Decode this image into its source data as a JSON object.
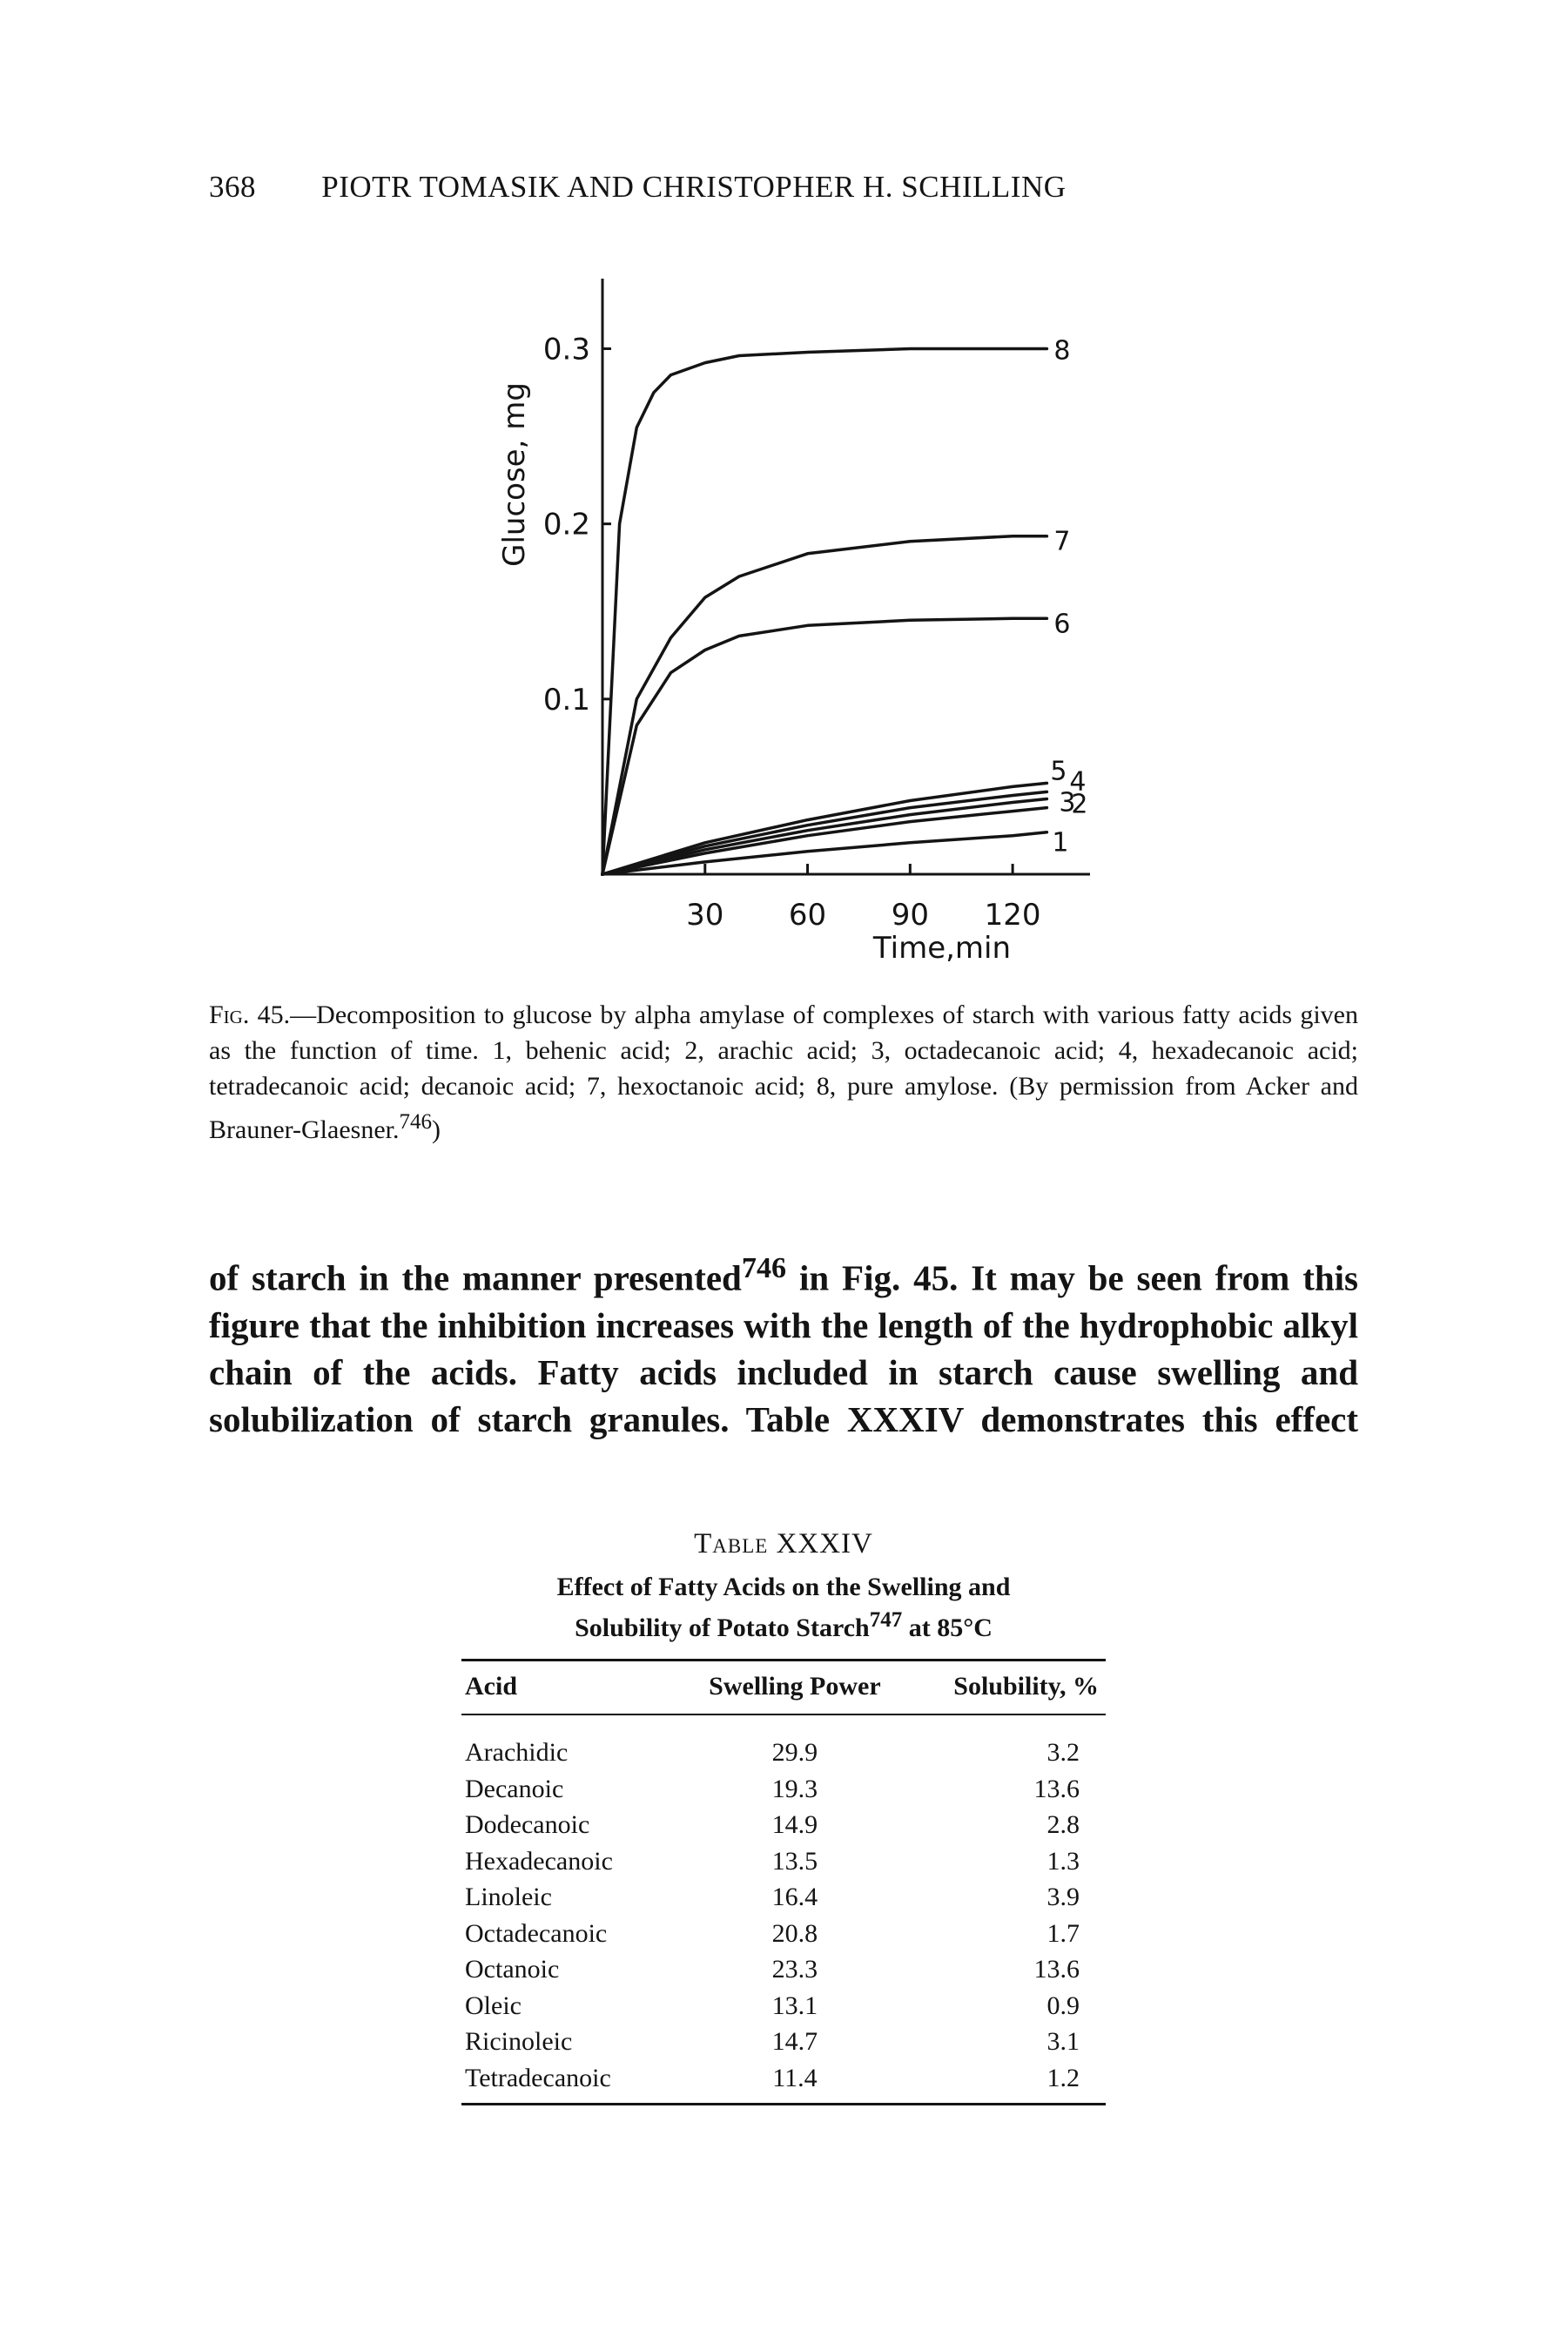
{
  "header": {
    "page_number": "368",
    "authors": "PIOTR TOMASIK AND CHRISTOPHER H. SCHILLING"
  },
  "figure": {
    "caption": {
      "label": "Fig. 45.",
      "text": "—Decomposition to glucose by alpha amylase of complexes of starch with various fatty acids given as the function of time. 1, behenic acid; 2, arachic acid; 3, octadecanoic acid; 4, hexadecanoic acid; tetradecanoic acid; decanoic acid; 7, hexoctanoic acid; 8, pure amylose. (By permission from Acker and Brauner-Glaesner.",
      "ref": "746",
      "close": ")"
    }
  },
  "chart_data": {
    "type": "line",
    "xlabel": "Time,min",
    "ylabel": "Glucose, mg",
    "xlim": [
      0,
      135
    ],
    "ylim": [
      0,
      0.34
    ],
    "x_ticks": [
      30,
      60,
      90,
      120
    ],
    "x_tick_labels": [
      "30",
      "60",
      "90",
      "120"
    ],
    "y_ticks": [
      0.1,
      0.2,
      0.3
    ],
    "y_tick_labels": [
      "0.1",
      "0.2",
      "0.3"
    ],
    "grid": false,
    "legend": "none",
    "series": [
      {
        "label": "8",
        "x": [
          0,
          5,
          10,
          15,
          20,
          30,
          40,
          60,
          90,
          120,
          130
        ],
        "y": [
          0,
          0.2,
          0.255,
          0.275,
          0.285,
          0.292,
          0.296,
          0.298,
          0.3,
          0.3,
          0.3
        ]
      },
      {
        "label": "7",
        "x": [
          0,
          10,
          20,
          30,
          40,
          60,
          90,
          120,
          130
        ],
        "y": [
          0,
          0.1,
          0.135,
          0.158,
          0.17,
          0.183,
          0.19,
          0.193,
          0.193
        ]
      },
      {
        "label": "6",
        "x": [
          0,
          10,
          20,
          30,
          40,
          60,
          90,
          120,
          130
        ],
        "y": [
          0,
          0.085,
          0.115,
          0.128,
          0.136,
          0.142,
          0.145,
          0.146,
          0.146
        ]
      },
      {
        "label": "5",
        "x": [
          0,
          30,
          60,
          90,
          120,
          130
        ],
        "y": [
          0,
          0.018,
          0.031,
          0.042,
          0.05,
          0.052
        ]
      },
      {
        "label": "4",
        "x": [
          0,
          30,
          60,
          90,
          120,
          130
        ],
        "y": [
          0,
          0.016,
          0.028,
          0.038,
          0.045,
          0.047
        ]
      },
      {
        "label": "3",
        "x": [
          0,
          30,
          60,
          90,
          120,
          130
        ],
        "y": [
          0,
          0.014,
          0.025,
          0.034,
          0.041,
          0.043
        ]
      },
      {
        "label": "2",
        "x": [
          0,
          30,
          60,
          90,
          120,
          130
        ],
        "y": [
          0,
          0.012,
          0.022,
          0.03,
          0.036,
          0.038
        ]
      },
      {
        "label": "1",
        "x": [
          0,
          30,
          60,
          90,
          120,
          130
        ],
        "y": [
          0,
          0.007,
          0.013,
          0.018,
          0.022,
          0.024
        ]
      }
    ]
  },
  "body": {
    "paragraph_pre": "of starch in the manner presented",
    "paragraph_ref": "746",
    "paragraph_post": " in Fig. 45. It may be seen from this figure that the inhibition increases with the length of the hydrophobic alkyl chain of the acids. Fatty acids included in starch cause swelling and solubilization of starch granules. Table XXXIV demonstrates this effect"
  },
  "table": {
    "label": "Table XXXIV",
    "title_line1": "Effect of Fatty Acids on the Swelling and",
    "title_line2_pre": "Solubility of Potato Starch",
    "title_ref": "747",
    "title_line2_post": " at 85°C",
    "columns": [
      "Acid",
      "Swelling Power",
      "Solubility, %"
    ],
    "rows": [
      [
        "Arachidic",
        "29.9",
        "3.2"
      ],
      [
        "Decanoic",
        "19.3",
        "13.6"
      ],
      [
        "Dodecanoic",
        "14.9",
        "2.8"
      ],
      [
        "Hexadecanoic",
        "13.5",
        "1.3"
      ],
      [
        "Linoleic",
        "16.4",
        "3.9"
      ],
      [
        "Octadecanoic",
        "20.8",
        "1.7"
      ],
      [
        "Octanoic",
        "23.3",
        "13.6"
      ],
      [
        "Oleic",
        "13.1",
        "0.9"
      ],
      [
        "Ricinoleic",
        "14.7",
        "3.1"
      ],
      [
        "Tetradecanoic",
        "11.4",
        "1.2"
      ]
    ]
  }
}
